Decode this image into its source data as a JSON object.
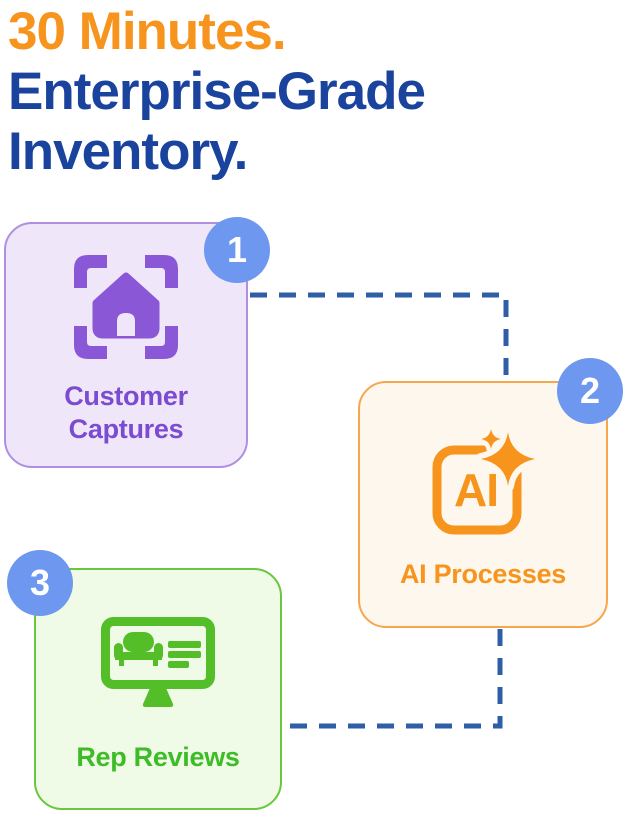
{
  "title": {
    "line1": "30 Minutes.",
    "line2": "Enterprise-Grade",
    "line3": "Inventory."
  },
  "steps": [
    {
      "number": "1",
      "label": "Customer Captures",
      "icon": "capture-home-icon",
      "accent": "#8A57D6",
      "card_bg": "#EFE6FA",
      "card_border": "#AF8FE0"
    },
    {
      "number": "2",
      "label": "AI Processes",
      "icon": "ai-sparkle-icon",
      "icon_text": "AI",
      "accent": "#F7941D",
      "card_bg": "#FDF7ED",
      "card_border": "#F9A54C"
    },
    {
      "number": "3",
      "label": "Rep Reviews",
      "icon": "monitor-review-icon",
      "accent": "#3EBC27",
      "card_bg": "#EFFAE7",
      "card_border": "#68C73D"
    }
  ],
  "badges": {
    "background": "#6E98F0",
    "text_color": "#FFFFFF"
  },
  "connector": {
    "style": "dashed",
    "color": "#2E5EA6"
  },
  "colors": {
    "title_accent": "#F7941D",
    "title_main": "#1A439E",
    "page_background": "#FFFFFF"
  }
}
